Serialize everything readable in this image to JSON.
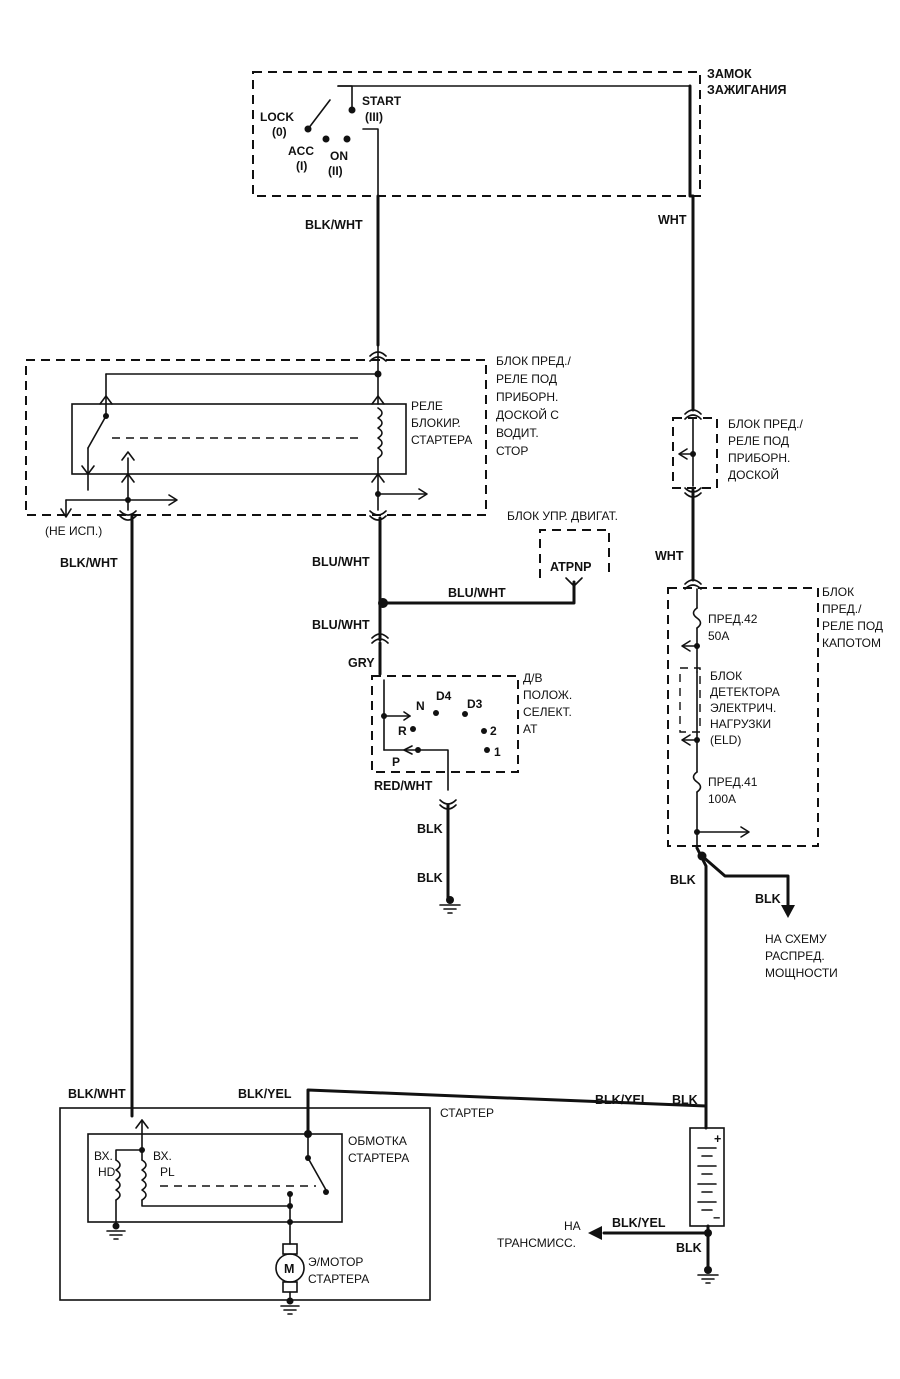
{
  "ignition": {
    "title": [
      "ЗАМОК",
      "ЗАЖИГАНИЯ"
    ],
    "lock": [
      "LOCK",
      "(0)"
    ],
    "acc": [
      "ACC",
      "(I)"
    ],
    "on": [
      "ON",
      "(II)"
    ],
    "start": [
      "START",
      "(III)"
    ]
  },
  "relay_box_dash": {
    "title": [
      "БЛОК ПРЕД./",
      "РЕЛЕ ПОД",
      "ПРИБОРН.",
      "ДОСКОЙ С",
      "ВОДИТ.",
      "СТОР"
    ],
    "relay_label": [
      "РЕЛЕ",
      "БЛОКИР.",
      "СТАРТЕРА"
    ],
    "unused": "(НЕ ИСП.)"
  },
  "fuse_box_dash": {
    "title": [
      "БЛОК ПРЕД./",
      "РЕЛЕ ПОД",
      "ПРИБОРН.",
      "ДОСКОЙ"
    ]
  },
  "ecm": {
    "title": "БЛОК УПР. ДВИГАТ.",
    "pin": "ATPNP"
  },
  "selector": {
    "title": [
      "Д/В",
      "ПОЛОЖ.",
      "СЕЛЕКТ.",
      "АТ"
    ],
    "positions": {
      "n": "N",
      "d4": "D4",
      "d3": "D3",
      "r": "R",
      "two": "2",
      "one": "1",
      "p": "P"
    }
  },
  "underhood_box": {
    "title": [
      "БЛОК",
      "ПРЕД./",
      "РЕЛЕ ПОД",
      "КАПОТОМ"
    ],
    "fuse42": [
      "ПРЕД.42",
      "50А"
    ],
    "eld": [
      "БЛОК",
      "ДЕТЕКТОРА",
      "ЭЛЕКТРИЧ.",
      "НАГРУЗКИ",
      "(ELD)"
    ],
    "fuse41": [
      "ПРЕД.41",
      "100А"
    ]
  },
  "power_dist": [
    "НА СХЕМУ",
    "РАСПРЕД.",
    "МОЩНОСТИ"
  ],
  "starter": {
    "title": "СТАРТЕР",
    "solenoid": [
      "ОБМОТКА",
      "СТАРТЕРА"
    ],
    "hold_in": [
      "ВХ.",
      "HD"
    ],
    "pull_in": [
      "ВХ.",
      "PL"
    ],
    "motor": [
      "Э/МОТОР",
      "СТАРТЕРА"
    ],
    "motor_symbol": "M"
  },
  "transmission": [
    "НА",
    "ТРАНСМИСС."
  ],
  "wires": {
    "blk_wht": "BLK/WHT",
    "wht": "WHT",
    "blu_wht": "BLU/WHT",
    "gry": "GRY",
    "red_wht": "RED/WHT",
    "blk": "BLK",
    "blk_yel": "BLK/YEL"
  },
  "battery": {
    "plus": "+",
    "minus": "−"
  }
}
